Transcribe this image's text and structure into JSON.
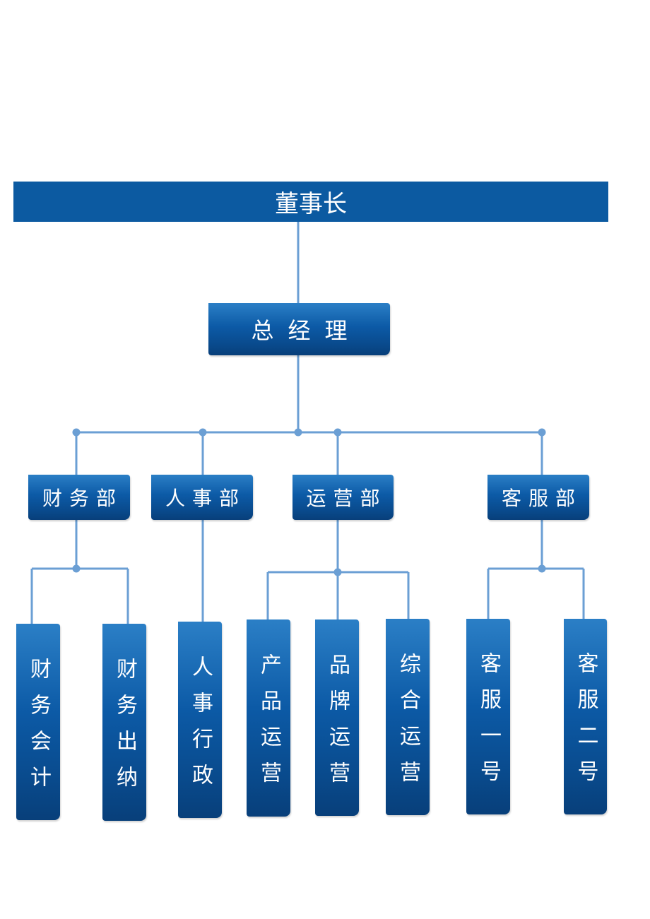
{
  "chairman": "董事长",
  "general_manager": "总经理",
  "departments": {
    "finance": "财务部",
    "hr": "人事部",
    "operations": "运营部",
    "customer_service": "客服部"
  },
  "units": {
    "finance_accounting": "财务会计",
    "finance_cashier": "财务出纳",
    "hr_admin": "人事行政",
    "product_ops": "产品运营",
    "brand_ops": "品牌运营",
    "general_ops": "综合运营",
    "cs_one": "客服一号",
    "cs_two": "客服二号"
  },
  "colors": {
    "box": "#0c5aa6",
    "connector": "#6b9fd4"
  }
}
